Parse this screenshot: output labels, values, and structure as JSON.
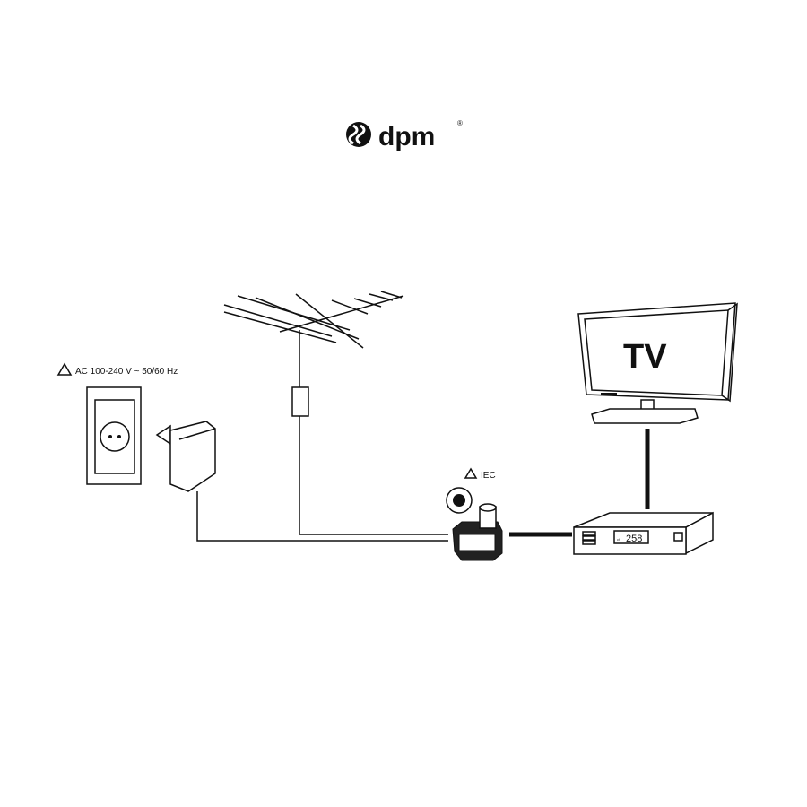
{
  "logo": {
    "text": "dpm",
    "registered": "®"
  },
  "power_label": "AC 100-240 V ~ 50/60 Hz",
  "iec_label": "IEC",
  "tv": {
    "label": "TV"
  },
  "receiver": {
    "display": "258",
    "display_prefix": "ch"
  },
  "colors": {
    "line": "#111111",
    "background": "#ffffff"
  }
}
